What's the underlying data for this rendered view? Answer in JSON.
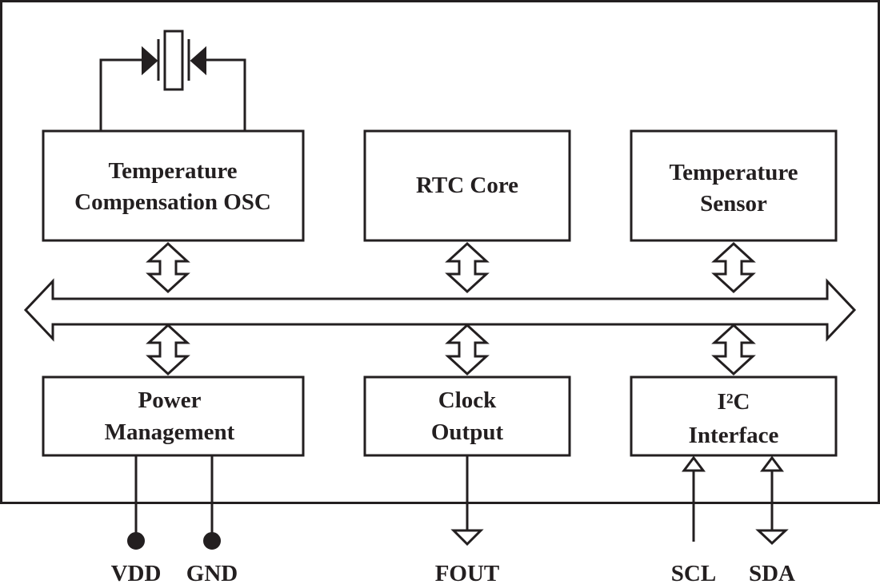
{
  "colors": {
    "line": "#231f20",
    "background": "#ffffff"
  },
  "blocks": {
    "temp_comp_osc": {
      "line1": "Temperature",
      "line2": "Compensation OSC"
    },
    "rtc_core": {
      "line1": "RTC Core"
    },
    "temp_sensor": {
      "line1": "Temperature",
      "line2": "Sensor"
    },
    "power_mgmt": {
      "line1": "Power",
      "line2": "Management"
    },
    "clock_output": {
      "line1": "Clock",
      "line2": "Output"
    },
    "i2c_interface": {
      "line1": "I²C",
      "line2": "Interface"
    }
  },
  "pins": {
    "vdd": "VDD",
    "gnd": "GND",
    "fout": "FOUT",
    "scl": "SCL",
    "sda": "SDA"
  },
  "icons": {
    "crystal": "crystal-oscillator-icon",
    "bus": "internal-bus-arrow"
  }
}
